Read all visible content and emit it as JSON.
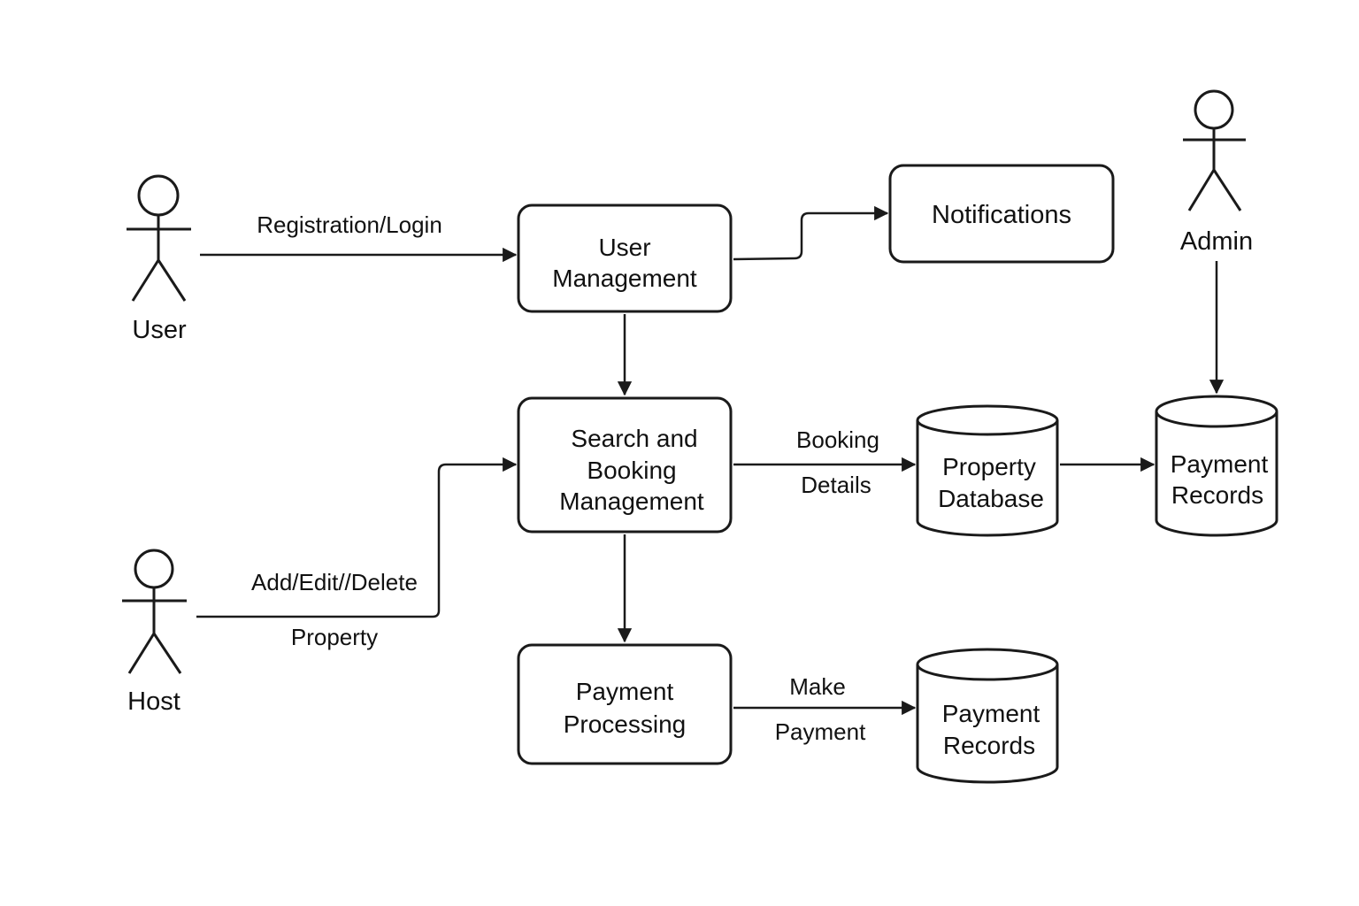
{
  "actors": {
    "user": "User",
    "host": "Host",
    "admin": "Admin"
  },
  "processes": {
    "user_management": [
      "User",
      "Management"
    ],
    "search_booking": [
      "Search and",
      "Booking",
      "Management"
    ],
    "payment_processing": [
      "Payment",
      "Processing"
    ],
    "notifications": [
      "Notifications"
    ]
  },
  "datastores": {
    "property_db": [
      "Property",
      "Database"
    ],
    "payment_records_right": [
      "Payment",
      "Records"
    ],
    "payment_records_bottom": [
      "Payment",
      "Records"
    ]
  },
  "flows": {
    "registration": "Registration/Login",
    "add_edit_1": "Add/Edit//Delete",
    "add_edit_2": "Property",
    "booking_1": "Booking",
    "booking_2": "Details",
    "make_1": "Make",
    "make_2": "Payment"
  }
}
